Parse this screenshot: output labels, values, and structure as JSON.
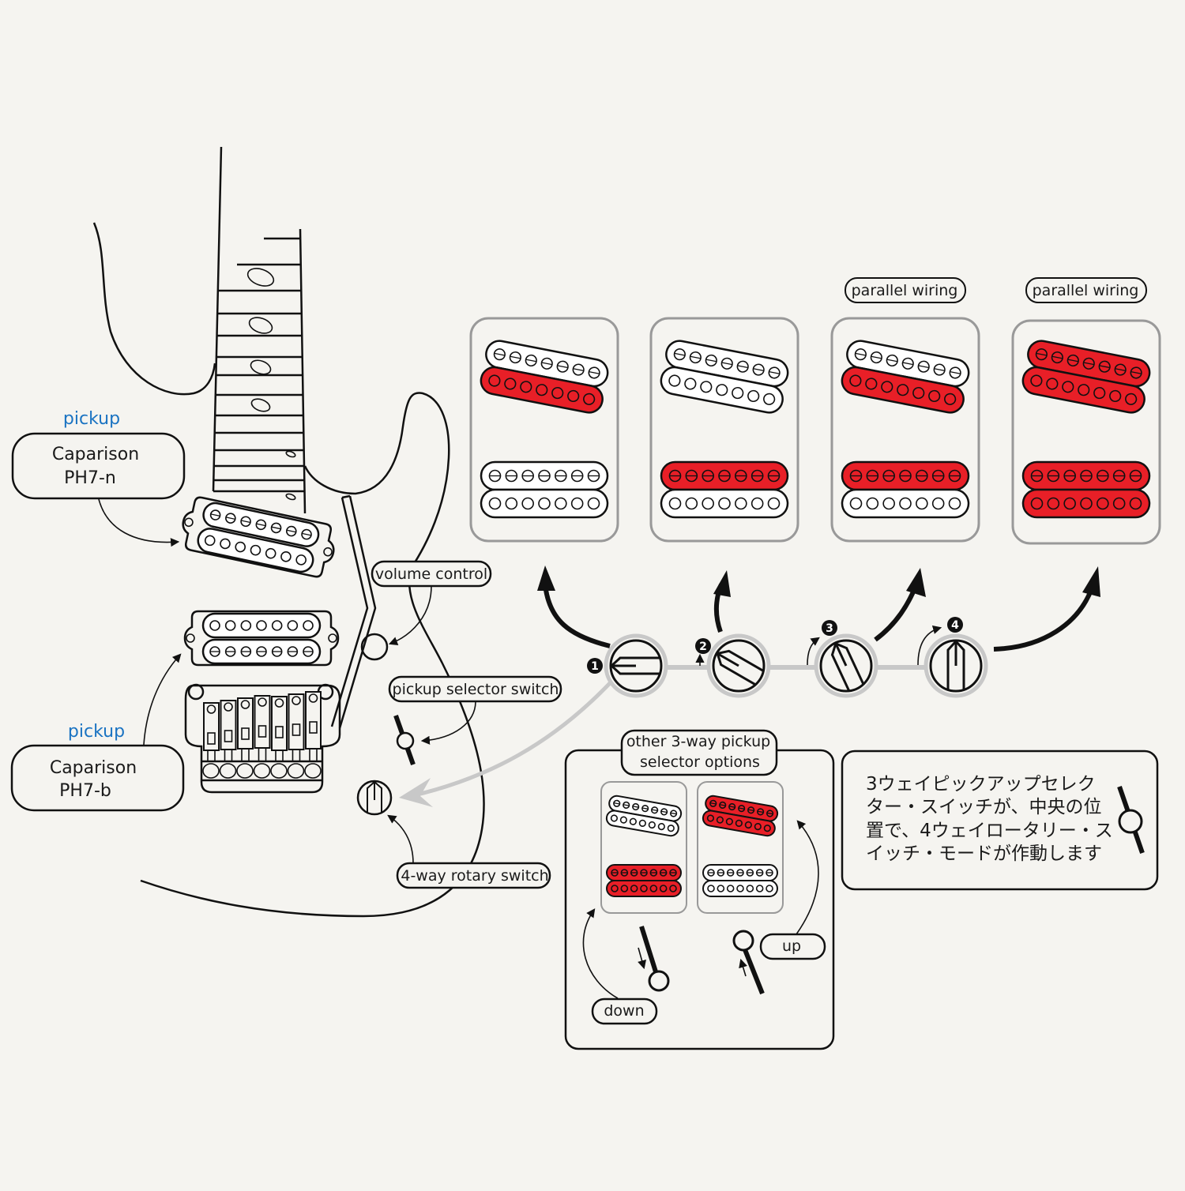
{
  "colors": {
    "background": "#f5f4f0",
    "active_coil": "#e81f27",
    "inactive_coil": "#ffffff",
    "accent_label": "#1a73c2",
    "frame_gray": "#999999",
    "connector_gray": "#c8c8c8",
    "ink": "#111111"
  },
  "guitar": {
    "neck_pickup": {
      "heading": "pickup",
      "model_line1": "Caparison",
      "model_line2": "PH7-n"
    },
    "bridge_pickup": {
      "heading": "pickup",
      "model_line1": "Caparison",
      "model_line2": "PH7-b"
    },
    "controls": {
      "volume_label": "volume control",
      "selector_label": "pickup selector switch",
      "rotary_label": "4-way rotary switch"
    }
  },
  "rotary_positions": [
    {
      "number": "1",
      "label": "",
      "neck": [
        "off",
        "on"
      ],
      "bridge": [
        "off",
        "off"
      ],
      "icon": "knob-position-1-icon"
    },
    {
      "number": "2",
      "label": "",
      "neck": [
        "off",
        "off"
      ],
      "bridge": [
        "on",
        "off"
      ],
      "icon": "knob-position-2-icon"
    },
    {
      "number": "3",
      "label": "parallel wiring",
      "neck": [
        "off",
        "on"
      ],
      "bridge": [
        "on",
        "off"
      ],
      "icon": "knob-position-3-icon"
    },
    {
      "number": "4",
      "label": "parallel wiring",
      "neck": [
        "on",
        "on"
      ],
      "bridge": [
        "on",
        "on"
      ],
      "icon": "knob-position-4-icon"
    }
  ],
  "other_options": {
    "title_line1": "other 3-way pickup",
    "title_line2": "selector options",
    "down_label": "down",
    "up_label": "up",
    "down_state": {
      "neck": [
        "off",
        "off"
      ],
      "bridge": [
        "on",
        "on"
      ]
    },
    "up_state": {
      "neck": [
        "on",
        "on"
      ],
      "bridge": [
        "off",
        "off"
      ]
    }
  },
  "note": {
    "line1": "3ウェイピックアップセレク",
    "line2": "ター・スイッチが、中央の位",
    "line3": "置で、4ウェイロータリー・ス",
    "line4": "イッチ・モードが作動します"
  }
}
